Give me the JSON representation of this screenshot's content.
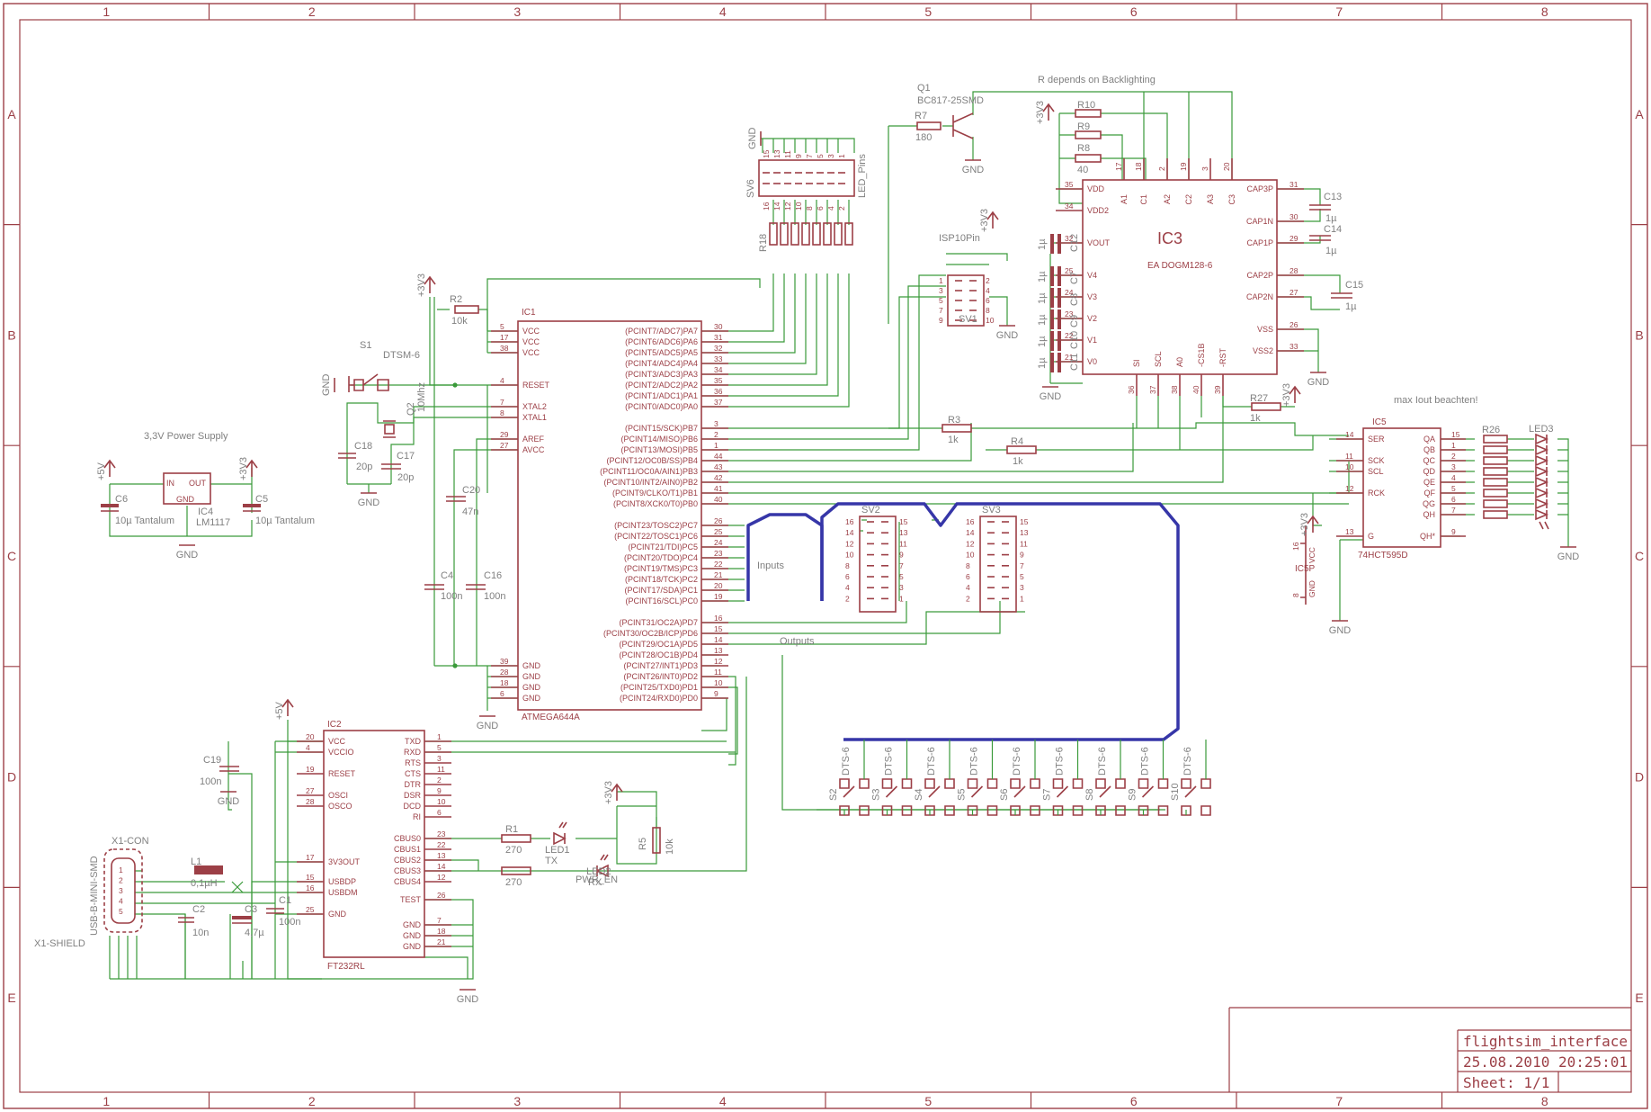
{
  "frame": {
    "columns": [
      "1",
      "2",
      "3",
      "4",
      "5",
      "6",
      "7",
      "8"
    ],
    "rows": [
      "A",
      "B",
      "C",
      "D",
      "E"
    ]
  },
  "title_block": {
    "project": "flightsim_interface",
    "date": "25.08.2010 20:25:01",
    "sheet": "Sheet: 1/1"
  },
  "notes": {
    "backlight": "R depends on Backlighting",
    "max_iout": "max Iout beachten!",
    "power_supply": "3,3V Power Supply",
    "inputs": "Inputs",
    "outputs": "Outputs"
  },
  "ic1": {
    "name": "IC1",
    "value": "ATMEGA644A",
    "left_pins": [
      {
        "num": "5",
        "label": "VCC"
      },
      {
        "num": "17",
        "label": "VCC"
      },
      {
        "num": "38",
        "label": "VCC"
      },
      {
        "num": "4",
        "label": "RESET"
      },
      {
        "num": "7",
        "label": "XTAL2"
      },
      {
        "num": "8",
        "label": "XTAL1"
      },
      {
        "num": "29",
        "label": "AREF"
      },
      {
        "num": "27",
        "label": "AVCC"
      },
      {
        "num": "39",
        "label": "GND"
      },
      {
        "num": "28",
        "label": "GND"
      },
      {
        "num": "18",
        "label": "GND"
      },
      {
        "num": "6",
        "label": "GND"
      }
    ],
    "right_pins": [
      {
        "num": "30",
        "label": "(PCINT7/ADC7)PA7"
      },
      {
        "num": "31",
        "label": "(PCINT6/ADC6)PA6"
      },
      {
        "num": "32",
        "label": "(PCINT5/ADC5)PA5"
      },
      {
        "num": "33",
        "label": "(PCINT4/ADC4)PA4"
      },
      {
        "num": "34",
        "label": "(PCINT3/ADC3)PA3"
      },
      {
        "num": "35",
        "label": "(PCINT2/ADC2)PA2"
      },
      {
        "num": "36",
        "label": "(PCINT1/ADC1)PA1"
      },
      {
        "num": "37",
        "label": "(PCINT0/ADC0)PA0"
      },
      {
        "num": "3",
        "label": "(PCINT15/SCK)PB7"
      },
      {
        "num": "2",
        "label": "(PCINT14/MISO)PB6"
      },
      {
        "num": "1",
        "label": "(PCINT13/MOSI)PB5"
      },
      {
        "num": "44",
        "label": "(PCINT12/OC0B/SS)PB4"
      },
      {
        "num": "43",
        "label": "(PCINT11/OC0A/AIN1)PB3"
      },
      {
        "num": "42",
        "label": "(PCINT10/INT2/AIN0)PB2"
      },
      {
        "num": "41",
        "label": "(PCINT9/CLKO/T1)PB1"
      },
      {
        "num": "40",
        "label": "(PCINT8/XCK0/T0)PB0"
      },
      {
        "num": "26",
        "label": "(PCINT23/TOSC2)PC7"
      },
      {
        "num": "25",
        "label": "(PCINT22/TOSC1)PC6"
      },
      {
        "num": "24",
        "label": "(PCINT21/TDI)PC5"
      },
      {
        "num": "23",
        "label": "(PCINT20/TDO)PC4"
      },
      {
        "num": "22",
        "label": "(PCINT19/TMS)PC3"
      },
      {
        "num": "21",
        "label": "(PCINT18/TCK)PC2"
      },
      {
        "num": "20",
        "label": "(PCINT17/SDA)PC1"
      },
      {
        "num": "19",
        "label": "(PCINT16/SCL)PC0"
      },
      {
        "num": "16",
        "label": "(PCINT31/OC2A)PD7"
      },
      {
        "num": "15",
        "label": "(PCINT30/OC2B/ICP)PD6"
      },
      {
        "num": "14",
        "label": "(PCINT29/OC1A)PD5"
      },
      {
        "num": "13",
        "label": "(PCINT28/OC1B)PD4"
      },
      {
        "num": "12",
        "label": "(PCINT27/INT1)PD3"
      },
      {
        "num": "11",
        "label": "(PCINT26/INT0)PD2"
      },
      {
        "num": "10",
        "label": "(PCINT25/TXD0)PD1"
      },
      {
        "num": "9",
        "label": "(PCINT24/RXD0)PD0"
      }
    ]
  },
  "ic2": {
    "name": "IC2",
    "value": "FT232RL",
    "left_pins": [
      {
        "num": "20",
        "label": "VCC"
      },
      {
        "num": "4",
        "label": "VCCIO"
      },
      {
        "num": "19",
        "label": "RESET"
      },
      {
        "num": "27",
        "label": "OSCI"
      },
      {
        "num": "28",
        "label": "OSCO"
      },
      {
        "num": "17",
        "label": "3V3OUT"
      },
      {
        "num": "15",
        "label": "USBDP"
      },
      {
        "num": "16",
        "label": "USBDM"
      },
      {
        "num": "25",
        "label": "GND"
      }
    ],
    "right_pins": [
      {
        "num": "1",
        "label": "TXD"
      },
      {
        "num": "5",
        "label": "RXD"
      },
      {
        "num": "3",
        "label": "RTS"
      },
      {
        "num": "11",
        "label": "CTS"
      },
      {
        "num": "2",
        "label": "DTR"
      },
      {
        "num": "9",
        "label": "DSR"
      },
      {
        "num": "10",
        "label": "DCD"
      },
      {
        "num": "6",
        "label": "RI"
      },
      {
        "num": "23",
        "label": "CBUS0"
      },
      {
        "num": "22",
        "label": "CBUS1"
      },
      {
        "num": "13",
        "label": "CBUS2"
      },
      {
        "num": "14",
        "label": "CBUS3"
      },
      {
        "num": "12",
        "label": "CBUS4"
      },
      {
        "num": "26",
        "label": "TEST"
      },
      {
        "num": "7",
        "label": "GND"
      },
      {
        "num": "18",
        "label": "GND"
      },
      {
        "num": "21",
        "label": "GND"
      }
    ]
  },
  "ic3": {
    "name": "IC3",
    "value": "EA DOGM128-6",
    "left_pins": [
      {
        "num": "35",
        "label": "VDD"
      },
      {
        "num": "34",
        "label": "VDD2"
      },
      {
        "num": "32",
        "label": "VOUT"
      },
      {
        "num": "25",
        "label": "V4"
      },
      {
        "num": "24",
        "label": "V3"
      },
      {
        "num": "23",
        "label": "V2"
      },
      {
        "num": "22",
        "label": "V1"
      },
      {
        "num": "21",
        "label": "V0"
      }
    ],
    "right_pins": [
      {
        "num": "31",
        "label": "CAP3P"
      },
      {
        "num": "30",
        "label": "CAP1N"
      },
      {
        "num": "29",
        "label": "CAP1P"
      },
      {
        "num": "28",
        "label": "CAP2P"
      },
      {
        "num": "27",
        "label": "CAP2N"
      },
      {
        "num": "26",
        "label": "VSS"
      },
      {
        "num": "33",
        "label": "VSS2"
      }
    ],
    "top_pins": [
      {
        "num": "17",
        "label": "A1"
      },
      {
        "num": "18",
        "label": "C1"
      },
      {
        "num": "2",
        "label": "A2"
      },
      {
        "num": "19",
        "label": "C2"
      },
      {
        "num": "3",
        "label": "A3"
      },
      {
        "num": "20",
        "label": "C3"
      }
    ],
    "bottom_pins": [
      {
        "num": "36",
        "label": "SI"
      },
      {
        "num": "37",
        "label": "SCL"
      },
      {
        "num": "38",
        "label": "A0"
      },
      {
        "num": "40",
        "label": "-CS1B"
      },
      {
        "num": "39",
        "label": "-RST"
      }
    ]
  },
  "ic5": {
    "name": "IC5",
    "value": "74HCT595D",
    "left_pins": [
      {
        "num": "14",
        "label": "SER"
      },
      {
        "num": "11",
        "label": "SCK"
      },
      {
        "num": "10",
        "label": "SCL"
      },
      {
        "num": "12",
        "label": "RCK"
      },
      {
        "num": "13",
        "label": "G"
      }
    ],
    "right_pins": [
      {
        "num": "15",
        "label": "QA"
      },
      {
        "num": "1",
        "label": "QB"
      },
      {
        "num": "2",
        "label": "QC"
      },
      {
        "num": "3",
        "label": "QD"
      },
      {
        "num": "4",
        "label": "QE"
      },
      {
        "num": "5",
        "label": "QF"
      },
      {
        "num": "6",
        "label": "QG"
      },
      {
        "num": "7",
        "label": "QH"
      },
      {
        "num": "9",
        "label": "QH*"
      }
    ],
    "power_part": "IC5P",
    "power_pins": [
      {
        "num": "16",
        "label": "VCC"
      },
      {
        "num": "8",
        "label": "GND"
      }
    ]
  },
  "ic4": {
    "name": "IC4",
    "value": "LM1117",
    "in": "IN",
    "out": "OUT",
    "gnd": "GND"
  },
  "components": {
    "r2": {
      "name": "R2",
      "value": "10k"
    },
    "r3": {
      "name": "R3",
      "value": "1k"
    },
    "r4": {
      "name": "R4",
      "value": "1k"
    },
    "r7": {
      "name": "R7",
      "value": "180"
    },
    "r8": {
      "name": "R8",
      "value": "40"
    },
    "r9": {
      "name": "R9"
    },
    "r10": {
      "name": "R10"
    },
    "r27": {
      "name": "R27",
      "value": "1k"
    },
    "r26": {
      "name": "R26"
    },
    "r1": {
      "name": "R1",
      "value": "270"
    },
    "r5": {
      "name": "R5",
      "value": "10k"
    },
    "r_led2": {
      "value": "270"
    },
    "r18": {
      "name": "R18"
    },
    "q1": {
      "name": "Q1",
      "value": "BC817-25SMD"
    },
    "q2": {
      "name": "Q2",
      "value": "10Mhz"
    },
    "s1": {
      "name": "S1",
      "value": "DTSM-6"
    },
    "c18": {
      "name": "C18",
      "value": "20p"
    },
    "c17": {
      "name": "C17",
      "value": "20p"
    },
    "c20": {
      "name": "C20",
      "value": "47n"
    },
    "c4": {
      "name": "C4",
      "value": "100n"
    },
    "c16": {
      "name": "C16",
      "value": "100n"
    },
    "c19": {
      "name": "C19",
      "value": "100n"
    },
    "c1": {
      "name": "C1",
      "value": "100n"
    },
    "c2": {
      "name": "C2",
      "value": "10n"
    },
    "c3": {
      "name": "C3",
      "value": "4,7µ"
    },
    "c5": {
      "name": "C5",
      "value": "10µ Tantalum"
    },
    "c6": {
      "name": "C6",
      "value": "10µ Tantalum"
    },
    "c13": {
      "name": "C13",
      "value": "1µ"
    },
    "c14": {
      "name": "C14",
      "value": "1µ"
    },
    "c15": {
      "name": "C15",
      "value": "1µ"
    },
    "c_small": [
      "C12",
      "C7",
      "C8",
      "C9",
      "C10",
      "C11"
    ],
    "c_small_value": "1µ",
    "l1": {
      "name": "L1",
      "value": "0,1µH"
    },
    "led1": {
      "name": "LED1",
      "value": "TX"
    },
    "led2": {
      "name": "LED2",
      "value": "RX"
    },
    "pwr_en": "PWR_EN",
    "led3": {
      "name": "LED3"
    },
    "x1": {
      "name": "X1-CON",
      "shield": "X1-SHIELD",
      "value": "USB-B-MINI-SMD"
    },
    "sv1": {
      "name": "SV1",
      "label": "ISP10Pin"
    },
    "sv2": {
      "name": "SV2"
    },
    "sv3": {
      "name": "SV3"
    },
    "sv6": {
      "name": "SV6",
      "label": "LED_Pins"
    },
    "switches": [
      "S2",
      "S3",
      "S4",
      "S5",
      "S6",
      "S7",
      "S8",
      "S9",
      "S10"
    ],
    "switch_value": "DTS-6"
  },
  "nets": {
    "gnd": "GND",
    "v33": "+3V3",
    "v5": "+5V"
  }
}
